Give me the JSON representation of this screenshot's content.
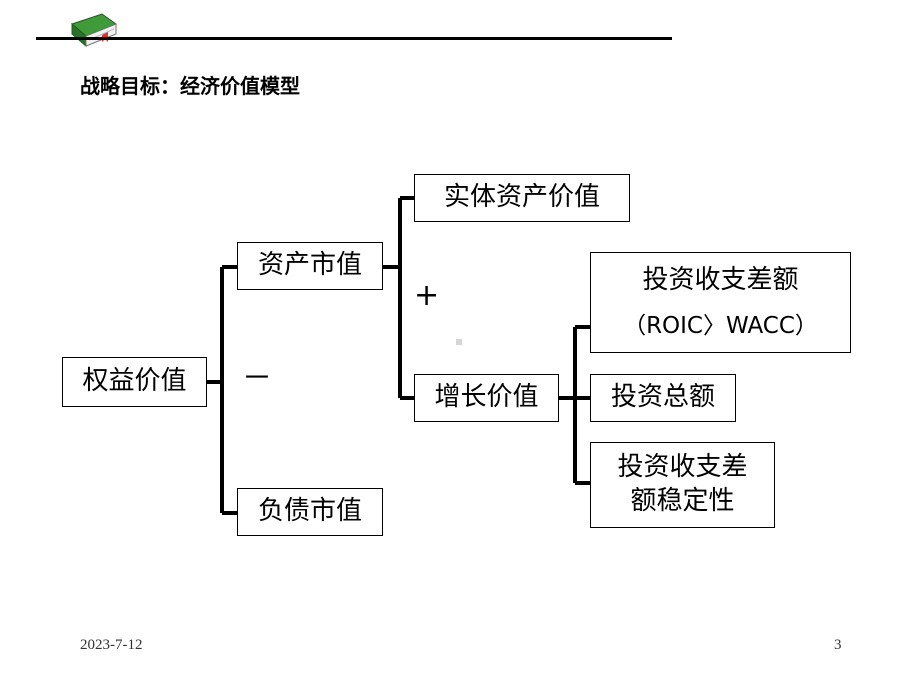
{
  "header": {
    "title": "战略目标：经济价值模型",
    "book_icon": "book-icon"
  },
  "diagram": {
    "root": "权益价值",
    "level1": {
      "asset_value": "资产市值",
      "debt_value": "负债市值",
      "minus_sign": "－"
    },
    "level2": {
      "entity_asset_value": "实体资产价值",
      "growth_value": "增长价值",
      "plus_sign": "+"
    },
    "level3": {
      "investment_spread_line1": "投资收支差额",
      "investment_spread_line2": "（ROIC〉WACC）",
      "total_investment": "投资总额",
      "spread_stability_line1": "投资收支差",
      "spread_stability_line2": "额稳定性"
    }
  },
  "footer": {
    "date": "2023-7-12",
    "page_number": "3"
  }
}
